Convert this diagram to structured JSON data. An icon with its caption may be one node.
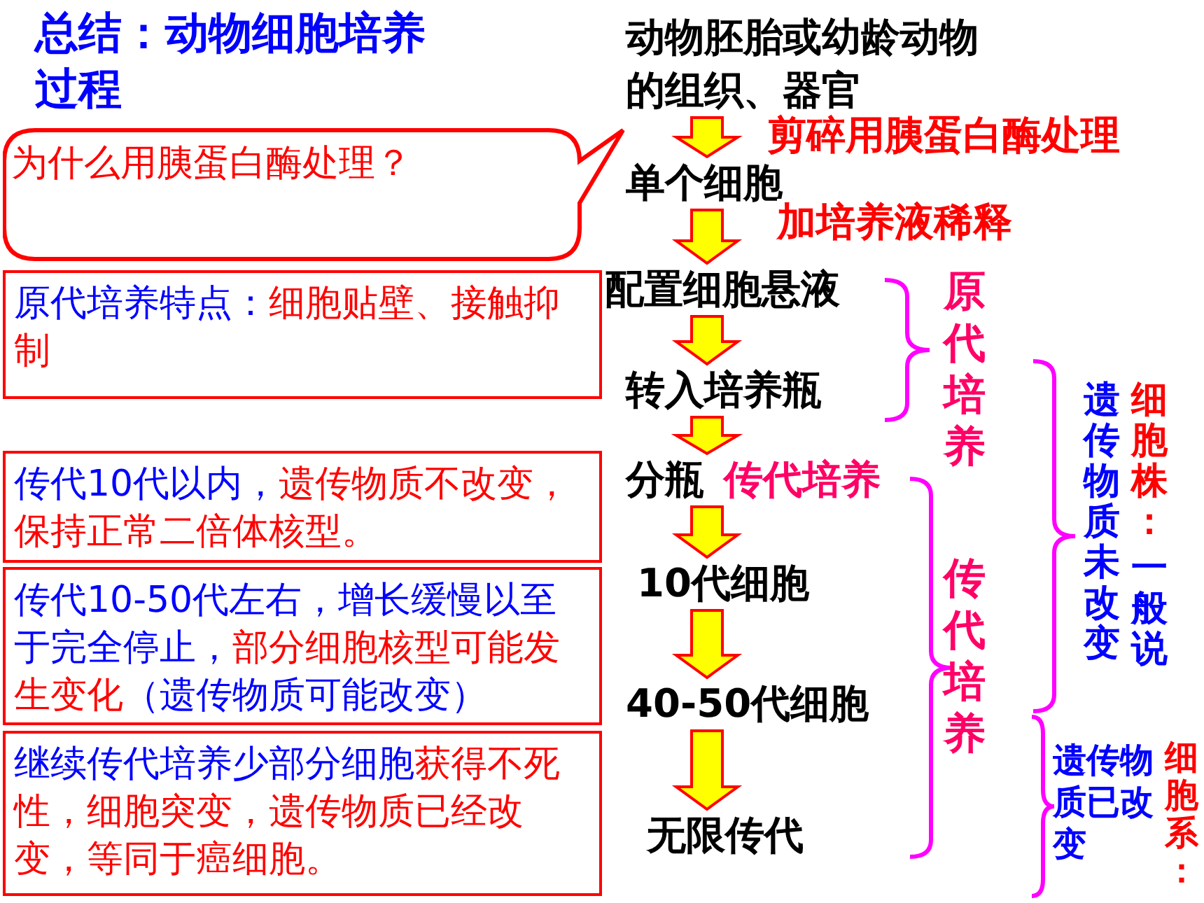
{
  "diagram": {
    "title": "总结：动物细胞培养过程",
    "nodes": [
      {
        "text": [
          "为什么用胰蛋白酶处理？"
        ]
      },
      {
        "text": [
          "原代培养特点：",
          "细胞贴壁、接触抑制"
        ]
      },
      {
        "text": [
          "传代10代以内，",
          "遗传物质不改变，保持正常二倍体核型。"
        ]
      },
      {
        "text": [
          "传代10-50代左右，增长缓慢以至于完全停止，",
          "部分细胞核型可能发生变化",
          "（遗传物质可能改变）"
        ]
      },
      {
        "text": [
          "继续传代培养少部分细胞",
          "获得不死性，细胞突变，遗传物质已经改变，等同于癌细胞。"
        ]
      },
      {
        "text": [
          "动物胚胎或幼龄动物的组织、器官"
        ]
      },
      {
        "text": [
          "单个细胞"
        ]
      },
      {
        "text": [
          "配置细胞悬液"
        ]
      },
      {
        "text": [
          "转入培养瓶"
        ]
      },
      {
        "text": [
          "分瓶"
        ],
        "beside": [
          "传代培养"
        ]
      },
      {
        "text": [
          "10代细胞"
        ]
      },
      {
        "text": [
          "40-50代细胞"
        ]
      },
      {
        "text": [
          "无限传代"
        ]
      }
    ],
    "edges": [
      {
        "from": 5,
        "to": 6,
        "arrow": "to",
        "label": "剪碎用胰蛋白酶处理"
      },
      {
        "from": 6,
        "to": 7,
        "arrow": "to",
        "label": "加培养液稀释"
      },
      {
        "from": 7,
        "to": 8,
        "arrow": "to"
      },
      {
        "from": 8,
        "to": 9,
        "arrow": "to"
      },
      {
        "from": 9,
        "to": 10,
        "arrow": "to"
      },
      {
        "from": 10,
        "to": 11,
        "arrow": "to"
      },
      {
        "from": 11,
        "to": 12,
        "arrow": "to"
      }
    ],
    "labels": [
      "原代培养",
      "传代培养",
      "遗传物质未改变",
      "细胞株：",
      "一般说",
      "细胞系：",
      "遗传物质已改变"
    ]
  }
}
